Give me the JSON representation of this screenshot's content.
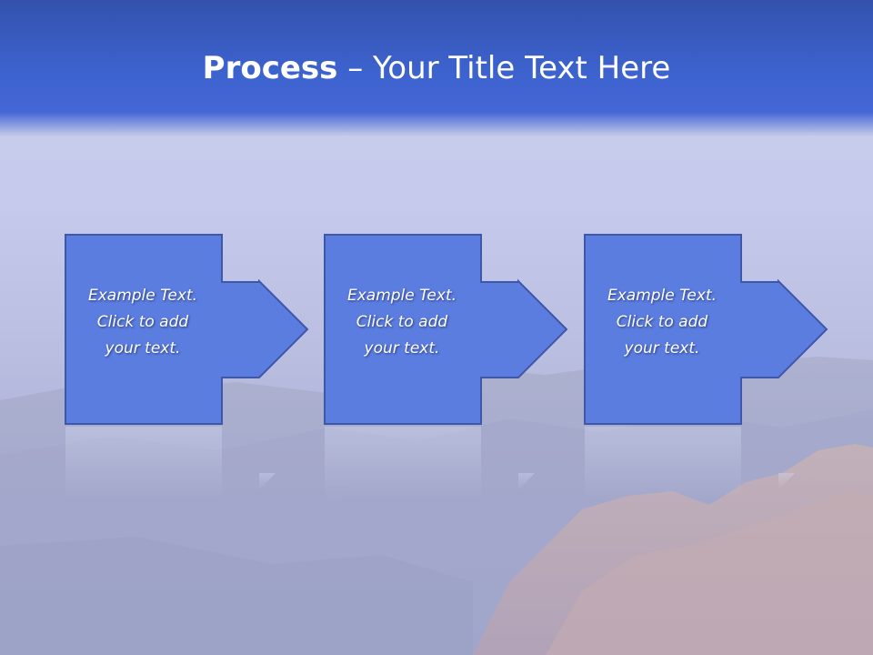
{
  "slide": {
    "title_bold": "Process",
    "title_dash": " – ",
    "title_rest": "Your Title Text Here"
  },
  "steps": [
    {
      "line1": "Example Text.",
      "line2": "Click  to add",
      "line3": "your text."
    },
    {
      "line1": "Example Text.",
      "line2": "Click  to add",
      "line3": "your text."
    },
    {
      "line1": "Example Text.",
      "line2": "Click  to add",
      "line3": "your text."
    }
  ],
  "colors": {
    "header_blue": "#3d63cf",
    "box_fill": "#5b7de0",
    "box_stroke": "#3f57a8",
    "text": "#ffffff"
  }
}
